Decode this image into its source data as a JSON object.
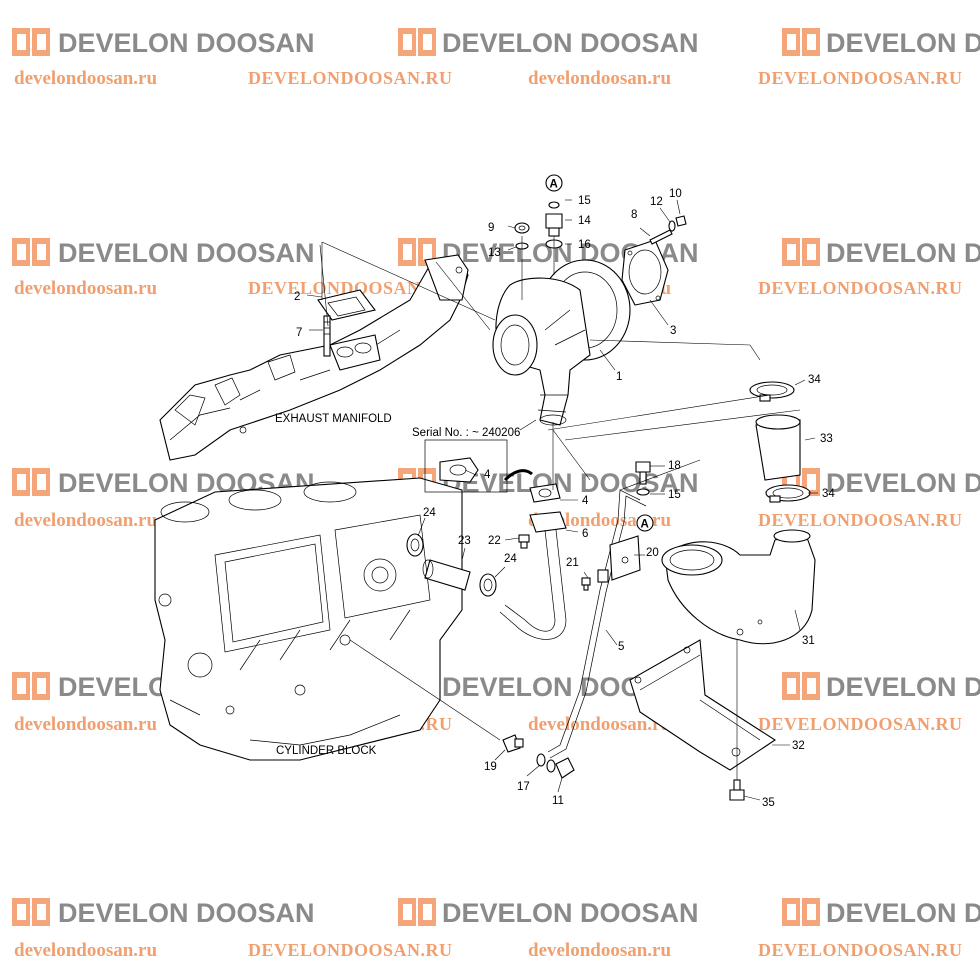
{
  "watermark": {
    "brand": "DEVELON DOOSAN",
    "url_lower": "develondoosan.ru",
    "url_upper": "DEVELONDOOSAN.RU"
  },
  "labels": {
    "exhaust_manifold": "EXHAUST MANIFOLD",
    "cylinder_block": "CYLINDER BLOCK",
    "serial_note": "Serial No. : ~ 240206"
  },
  "ref_marker": "A",
  "callouts": {
    "c1": "1",
    "c2": "2",
    "c3": "3",
    "c4a": "4",
    "c4b": "4",
    "c5": "5",
    "c6": "6",
    "c7": "7",
    "c8": "8",
    "c9": "9",
    "c10": "10",
    "c11": "11",
    "c12": "12",
    "c13": "13",
    "c14": "14",
    "c15a": "15",
    "c15b": "15",
    "c16": "16",
    "c17": "17",
    "c18": "18",
    "c19": "19",
    "c20": "20",
    "c21": "21",
    "c22": "22",
    "c23": "23",
    "c24a": "24",
    "c24b": "24",
    "c31": "31",
    "c32": "32",
    "c33": "33",
    "c34a": "34",
    "c34b": "34",
    "c35": "35"
  }
}
